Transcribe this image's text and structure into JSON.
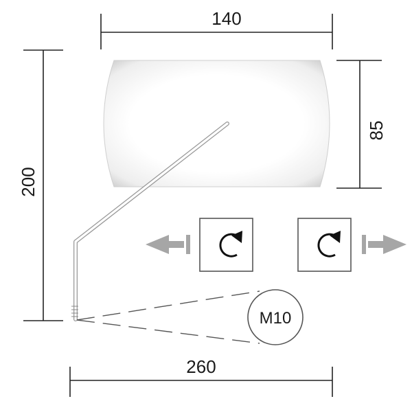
{
  "dimensions": {
    "width_top": "140",
    "height_right": "85",
    "height_left": "200",
    "width_bottom": "260"
  },
  "thread": {
    "label": "M10"
  },
  "icons": {
    "rotate_left": "rotate-clockwise-icon",
    "rotate_right": "rotate-clockwise-icon",
    "arrow_left": "arrow-left-icon",
    "arrow_right": "arrow-right-icon"
  },
  "colors": {
    "line": "#222222",
    "mirror_fill": "#f4f4f4",
    "mirror_shadow": "#b8b8b8",
    "arrow": "#a6a6a6",
    "rod": "#bdbdbd"
  }
}
